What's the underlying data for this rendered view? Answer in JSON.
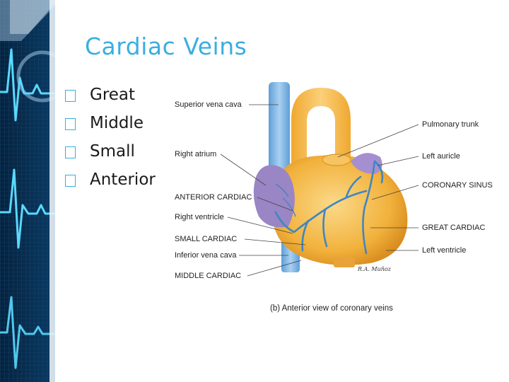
{
  "slide": {
    "title": "Cardiac Veins",
    "bullets": [
      "Great",
      "Middle",
      "Small",
      "Anterior"
    ]
  },
  "figure": {
    "left_labels": [
      "Superior vena cava",
      "Right atrium",
      "ANTERIOR CARDIAC",
      "Right ventricle",
      "SMALL CARDIAC",
      "Inferior vena cava",
      "MIDDLE CARDIAC"
    ],
    "right_labels": [
      "Pulmonary trunk",
      "Left auricle",
      "CORONARY SINUS",
      "GREAT CARDIAC",
      "Left ventricle"
    ],
    "caption": "(b) Anterior view of coronary veins",
    "signature": "R.A. Muñoz"
  },
  "colors": {
    "title": "#3aaee0",
    "bullet_box": "#3aaee0",
    "side_panel_bg": "#06223e",
    "side_panel_pulse": "#5ad8ff",
    "heart": "#f2b23c",
    "vein": "#3f87c0",
    "atrium": "#9a86c4",
    "vena_cava": "#7fb6e6"
  }
}
